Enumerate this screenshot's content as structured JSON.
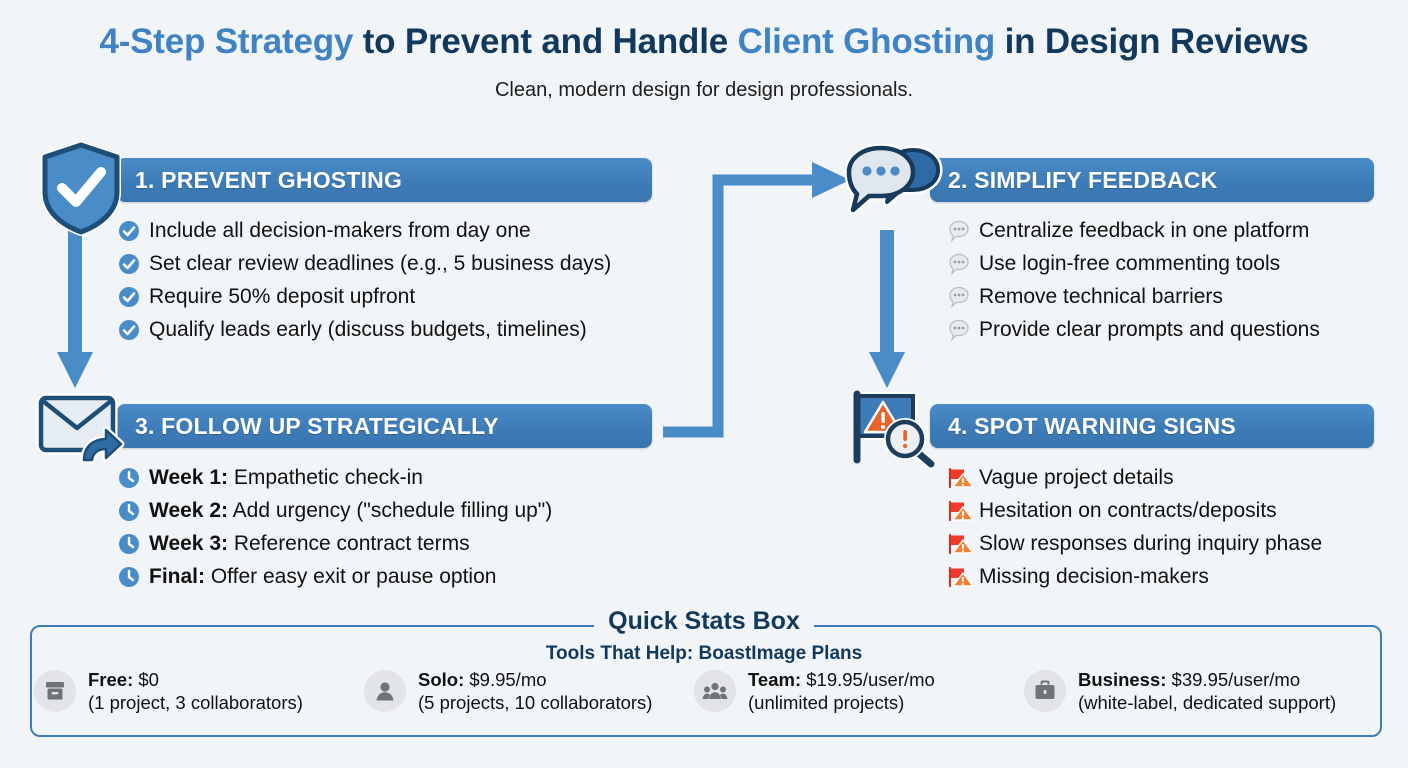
{
  "header": {
    "title_part1": "4-Step Strategy",
    "title_part2": " to Prevent and Handle ",
    "title_part3": "Client Ghosting",
    "title_part4": " in Design Reviews",
    "subtitle": "Clean, modern design for design professionals."
  },
  "colors": {
    "background": "#f2f5f8",
    "header_bar": "#3d7cb8",
    "title_dark": "#12385c",
    "title_accent": "#3f83c4",
    "arrow": "#3d7cb8",
    "warning_orange": "#e8622a",
    "flag_red": "#ef3b2c"
  },
  "panels": [
    {
      "id": "prevent-ghosting",
      "icon": "shield-check-icon",
      "heading": "1. PREVENT GHOSTING",
      "bullet_icon": "check-circle-icon",
      "items": [
        {
          "text": "Include all decision-makers from day one"
        },
        {
          "text": "Set clear review deadlines (e.g., 5 business days)"
        },
        {
          "text": "Require 50% deposit upfront"
        },
        {
          "text": "Qualify leads early (discuss budgets, timelines)"
        }
      ]
    },
    {
      "id": "simplify-feedback",
      "icon": "chat-bubbles-icon",
      "heading": "2. SIMPLIFY FEEDBACK",
      "bullet_icon": "speech-bubble-icon",
      "items": [
        {
          "text": "Centralize feedback in one platform"
        },
        {
          "text": "Use login-free commenting tools"
        },
        {
          "text": "Remove technical barriers"
        },
        {
          "text": "Provide clear prompts and questions"
        }
      ]
    },
    {
      "id": "follow-up-strategically",
      "icon": "envelope-reply-icon",
      "heading": "3. FOLLOW UP STRATEGICALLY",
      "bullet_icon": "clock-icon",
      "items": [
        {
          "label": "Week 1:",
          "text": " Empathetic check-in"
        },
        {
          "label": "Week 2:",
          "text": " Add urgency (\"schedule filling up\")"
        },
        {
          "label": "Week 3:",
          "text": " Reference contract terms"
        },
        {
          "label": "Final:",
          "text": " Offer easy exit or pause option"
        }
      ]
    },
    {
      "id": "spot-warning-signs",
      "icon": "warning-flag-magnifier-icon",
      "heading": "4. SPOT WARNING SIGNS",
      "bullet_icon": "red-flag-warning-icon",
      "items": [
        {
          "text": "Vague project details"
        },
        {
          "text": "Hesitation on contracts/deposits"
        },
        {
          "text": "Slow responses during inquiry phase"
        },
        {
          "text": "Missing decision-makers"
        }
      ]
    }
  ],
  "stats": {
    "legend": "Quick Stats Box",
    "subtitle": "Tools That Help: BoastImage Plans",
    "plans": [
      {
        "icon": "archive-box-icon",
        "name": "Free:",
        "price": " $0",
        "detail": "(1 project, 3 collaborators)"
      },
      {
        "icon": "person-icon",
        "name": "Solo:",
        "price": " $9.95/mo",
        "detail": "(5 projects, 10 collaborators)"
      },
      {
        "icon": "people-group-icon",
        "name": "Team:",
        "price": " $19.95/user/mo",
        "detail": "(unlimited projects)"
      },
      {
        "icon": "briefcase-icon",
        "name": "Business:",
        "price": " $39.95/user/mo",
        "detail": "(white-label, dedicated support)"
      }
    ]
  }
}
